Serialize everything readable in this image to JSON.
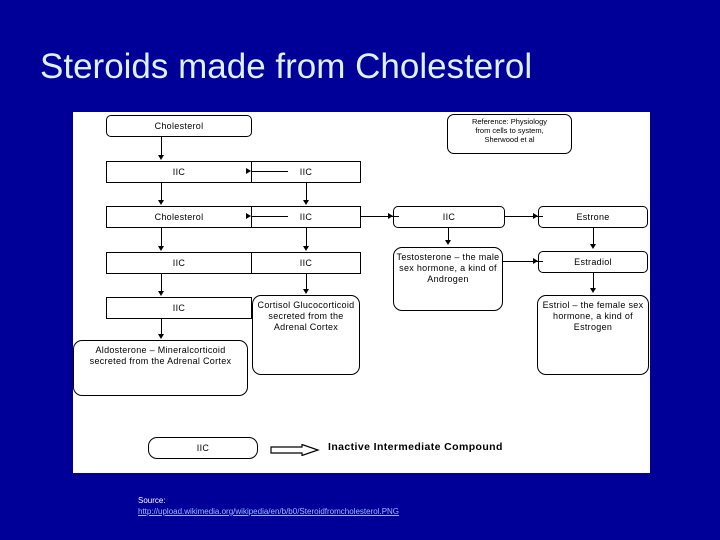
{
  "slide": {
    "title": "Steroids made from Cholesterol",
    "background_color": "#000099",
    "title_color": "#dff0ff",
    "panel_color": "#ffffff"
  },
  "diagram": {
    "reference_note": {
      "line1": "Reference: Physiology",
      "line2": "from cells to system,",
      "line3": "Sherwood et al"
    },
    "nodes": {
      "cholesterol_top": "Cholesterol",
      "iic_a1": "IIC",
      "iic_b1": "IIC",
      "cholesterol_mid": "Cholesterol",
      "iic_b2": "IIC",
      "iic_c2": "IIC",
      "estrone": "Estrone",
      "iic_a3": "IIC",
      "iic_b3": "IIC",
      "testosterone": "Testosterone – the male sex hormone, a kind of Androgen",
      "estradiol": "Estradiol",
      "iic_a4": "IIC",
      "cortisol": "Cortisol Glucocorticoid secreted from the Adrenal Cortex",
      "estriol": "Estriol – the female sex hormone, a kind of Estrogen",
      "aldosterone": "Aldosterone – Mineralcorticoid secreted from the Adrenal Cortex"
    },
    "legend": {
      "box_label": "IIC",
      "expansion": "Inactive Intermediate Compound"
    }
  },
  "source": {
    "label": "Source:",
    "url": "http://upload.wikimedia.org/wikipedia/en/b/b0/Steroidfromcholesterol.PNG"
  }
}
